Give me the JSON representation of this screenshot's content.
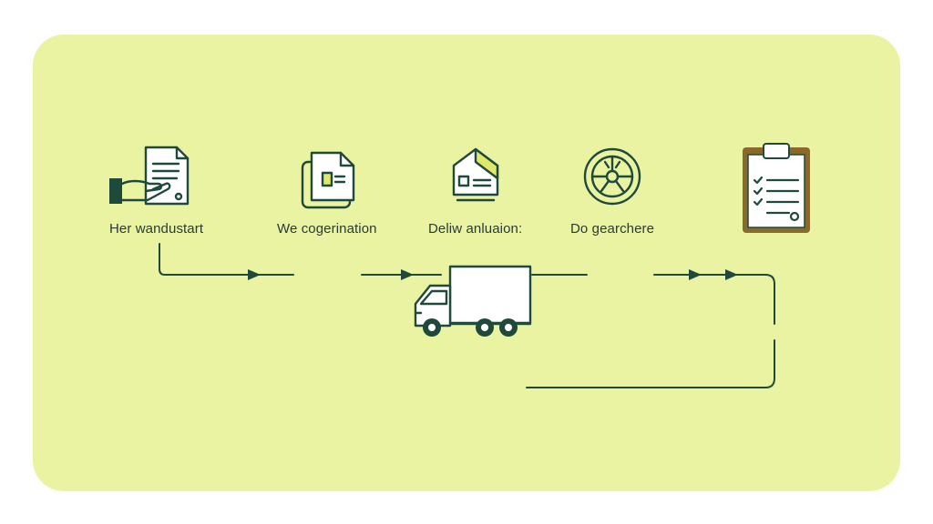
{
  "colors": {
    "background": "#e9f3a2",
    "stroke": "#1f4a3b",
    "accent_yellow": "#dfe86a",
    "clipboard_frame": "#8a6a2a"
  },
  "steps": [
    {
      "label": "Her wandustart",
      "icon": "hand-document-icon"
    },
    {
      "label": "We cogerination",
      "icon": "document-icon"
    },
    {
      "label": "Deliw anluaion:",
      "icon": "house-shipping-icon"
    },
    {
      "label": "Do gearchere",
      "icon": "wheel-icon"
    },
    {
      "label": "",
      "icon": "clipboard-checklist-icon"
    }
  ],
  "center_icon": "delivery-truck-icon"
}
